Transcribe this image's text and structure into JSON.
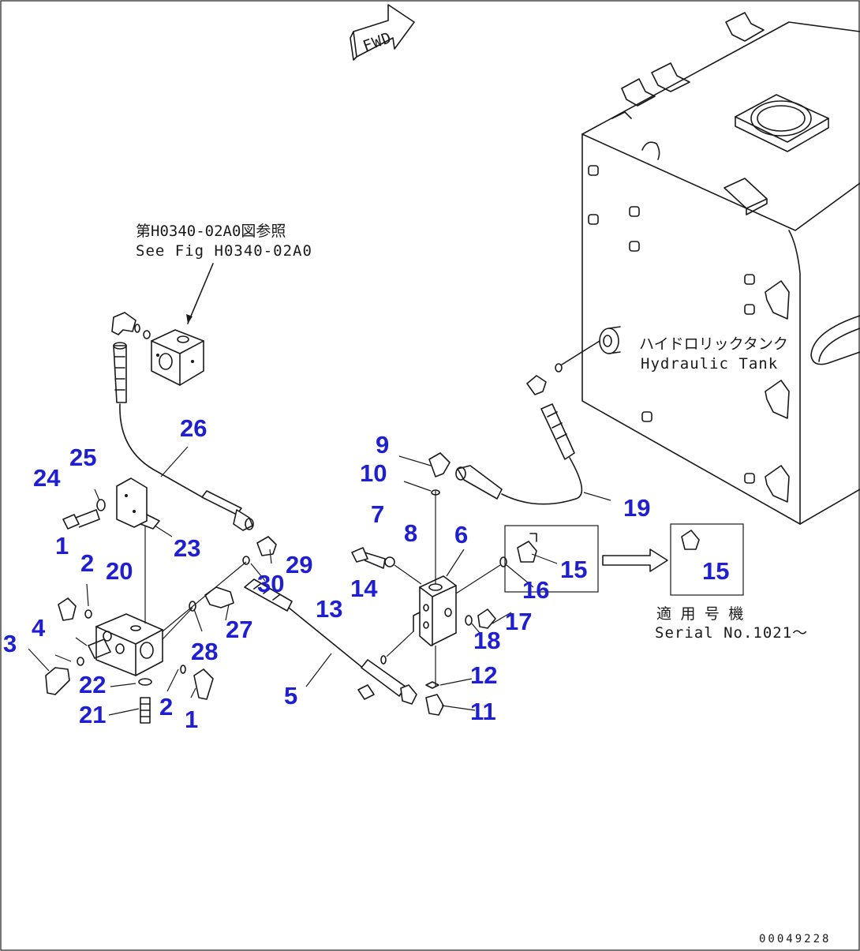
{
  "fwd_label": "FWD",
  "reference": {
    "jp": "第H0340-02A0図参照",
    "en": "See Fig H0340-02A0"
  },
  "tank_label": {
    "jp": "ハイドロリックタンク",
    "en": "Hydraulic Tank"
  },
  "serial_label": {
    "jp": "適 用 号 機",
    "en": "Serial No.1021～"
  },
  "drawing_code": "00049228",
  "callouts": {
    "c1a": "1",
    "c1b": "1",
    "c2a": "2",
    "c2b": "2",
    "c3": "3",
    "c4": "4",
    "c5": "5",
    "c6": "6",
    "c7": "7",
    "c8": "8",
    "c9": "9",
    "c10": "10",
    "c11": "11",
    "c12": "12",
    "c13": "13",
    "c14": "14",
    "c15a": "15",
    "c15b": "15",
    "c16": "16",
    "c17": "17",
    "c18": "18",
    "c19": "19",
    "c20": "20",
    "c21": "21",
    "c22": "22",
    "c23": "23",
    "c24": "24",
    "c25": "25",
    "c26": "26",
    "c27": "27",
    "c28": "28",
    "c29": "29",
    "c30": "30"
  }
}
